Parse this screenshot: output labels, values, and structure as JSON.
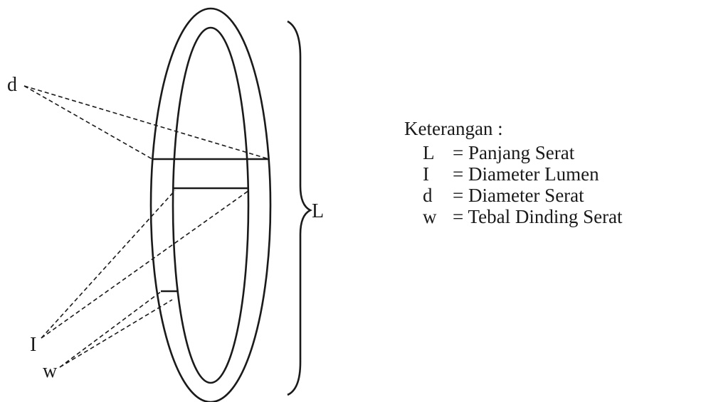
{
  "labels": {
    "d": "d",
    "I": "I",
    "w": "w",
    "L": "L"
  },
  "legend": {
    "title": "Keterangan :",
    "items": [
      {
        "symbol": "L",
        "desc": "= Panjang Serat"
      },
      {
        "symbol": "I",
        "desc": "= Diameter Lumen"
      },
      {
        "symbol": "d",
        "desc": "= Diameter Serat"
      },
      {
        "symbol": "w",
        "desc": "= Tebal Dinding Serat"
      }
    ]
  },
  "colors": {
    "ink": "#1a1a1a",
    "background": "#ffffff"
  }
}
